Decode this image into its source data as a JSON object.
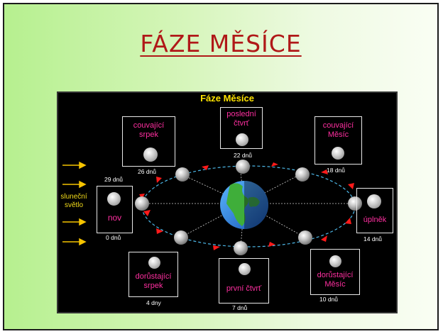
{
  "slide": {
    "title": "FÁZE MĚSÍCE"
  },
  "diagram": {
    "title": "Fáze Měsíce",
    "sunlight_label_line1": "sluneční",
    "sunlight_label_line2": "světlo",
    "phases": {
      "waning_crescent": {
        "line1": "couvající",
        "line2": "srpek",
        "day": "26 dnů"
      },
      "last_quarter": {
        "line1": "poslední",
        "line2": "čtvrť",
        "day": "22 dnů"
      },
      "waning_gibbous": {
        "line1": "couvající",
        "line2": "Měsíc",
        "day": "18 dnů"
      },
      "new_moon": {
        "line1": "nov",
        "day_top": "29 dnů",
        "day_bottom": "0 dnů"
      },
      "full_moon": {
        "line1": "úplněk",
        "day": "14 dnů"
      },
      "waxing_crescent": {
        "line1": "dorůstající",
        "line2": "srpek",
        "day": "4 dny"
      },
      "first_quarter": {
        "line1": "první čtvrť",
        "day": "7 dnů"
      },
      "waxing_gibbous": {
        "line1": "dorůstající",
        "line2": "Měsíc",
        "day": "10 dnů"
      }
    },
    "colors": {
      "background": "#000000",
      "label_pink": "#ff2fa0",
      "title_yellow": "#ffe300",
      "arrow_red": "#ff1a1a",
      "orbit_blue": "#4db8e8",
      "sun_arrow": "#f6c400"
    }
  }
}
